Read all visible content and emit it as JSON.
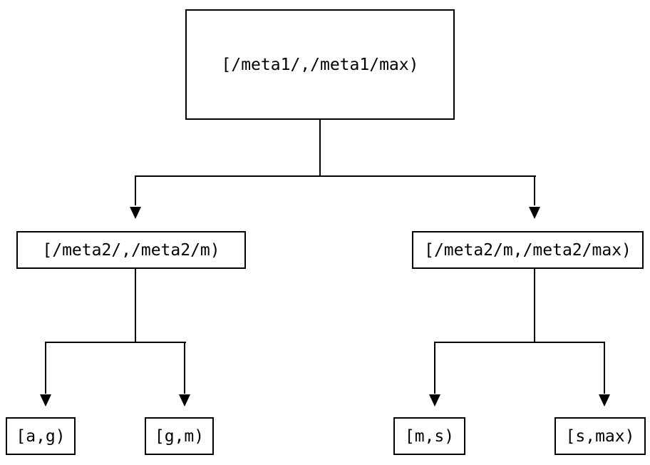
{
  "diagram": {
    "type": "binary-interval-tree",
    "colors": {
      "background": "#ffffff",
      "line": "#000000",
      "box_border": "#000000",
      "text": "#000000"
    },
    "nodes": {
      "root": {
        "label": "[/meta1/,/meta1/max)"
      },
      "left": {
        "label": "[/meta2/,/meta2/m)"
      },
      "right": {
        "label": "[/meta2/m,/meta2/max)"
      },
      "leaves": [
        {
          "label": "[a,g)"
        },
        {
          "label": "[g,m)"
        },
        {
          "label": "[m,s)"
        },
        {
          "label": "[s,max)"
        }
      ]
    }
  }
}
